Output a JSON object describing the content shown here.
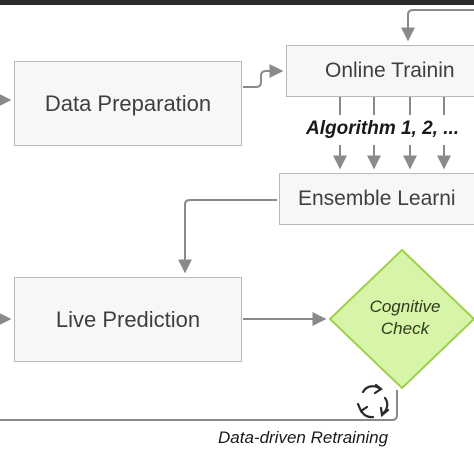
{
  "diagram": {
    "nodes": {
      "data_preparation": "Data Preparation",
      "online_training": "Online Trainin",
      "ensemble_learning": "Ensemble Learni",
      "live_prediction": "Live Prediction",
      "cognitive_check_line1": "Cognitive",
      "cognitive_check_line2": "Check"
    },
    "labels": {
      "algorithms": "Algorithm 1, 2, ...",
      "retraining": "Data-driven Retraining"
    },
    "colors": {
      "box_fill": "#f7f7f7",
      "box_border": "#b9b9b9",
      "arrow": "#8a8a8a",
      "diamond_fill": "#d6f5a8",
      "diamond_border": "#9ed04a"
    },
    "icons": {
      "retrain": "refresh-cycle-icon"
    }
  }
}
